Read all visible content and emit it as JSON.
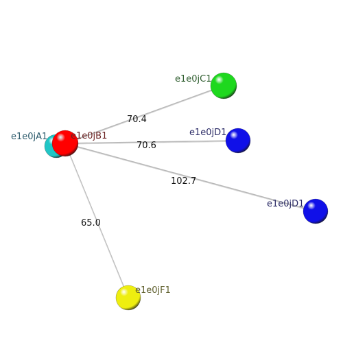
{
  "atoms": [
    {
      "id": "A1",
      "label": "e1e0jA1",
      "color": "#21c6c6",
      "label_color": "#2b5a6b"
    },
    {
      "id": "B1",
      "label": "e1e0jB1",
      "color": "#ff0000",
      "label_color": "#6b2323"
    },
    {
      "id": "C1",
      "label": "e1e0jC1",
      "color": "#1ed81e",
      "label_color": "#2f5e2f"
    },
    {
      "id": "D1a",
      "label": "e1e0jD1",
      "color": "#1010e8",
      "label_color": "#2b2b66"
    },
    {
      "id": "D1b",
      "label": "e1e0jD1",
      "color": "#1010e8",
      "label_color": "#2b2b66"
    },
    {
      "id": "F1",
      "label": "e1e0jF1",
      "color": "#eeee10",
      "label_color": "#5e5e2b"
    }
  ],
  "distances": [
    {
      "from": "B1",
      "to": "C1",
      "value": "70.4"
    },
    {
      "from": "B1",
      "to": "D1a",
      "value": "70.6"
    },
    {
      "from": "B1",
      "to": "D1b",
      "value": "102.7"
    },
    {
      "from": "B1",
      "to": "F1",
      "value": "65.0"
    }
  ]
}
